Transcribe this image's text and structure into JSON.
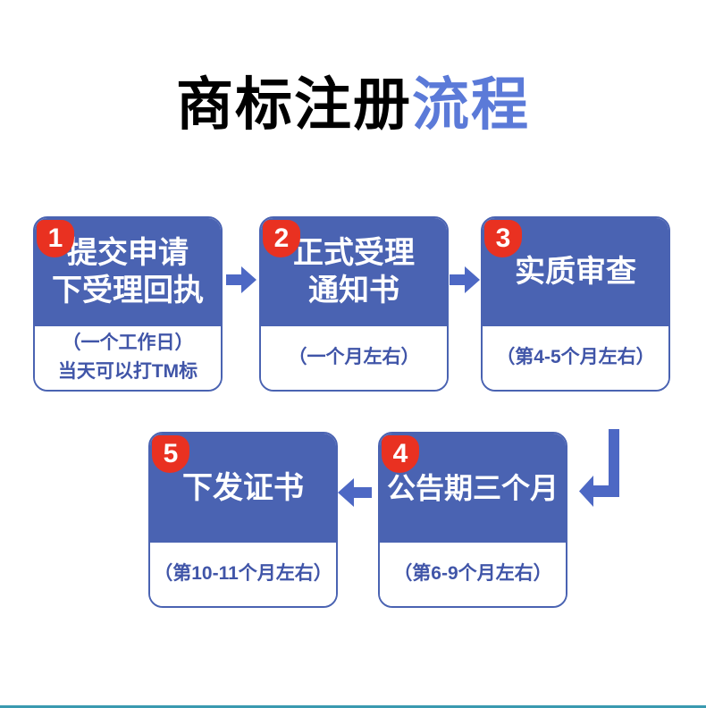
{
  "title": {
    "black_part": "商标注册",
    "blue_part": "流程"
  },
  "steps": [
    {
      "number": "1",
      "label": "提交申请\n下受理回执",
      "duration": "（一个工作日）\n当天可以打TM标"
    },
    {
      "number": "2",
      "label": "正式受理\n通知书",
      "duration": "（一个月左右）"
    },
    {
      "number": "3",
      "label": "实质审查",
      "duration": "（第4-5个月左右）"
    },
    {
      "number": "4",
      "label": "公告期三个月",
      "duration": "（第6-9个月左右）"
    },
    {
      "number": "5",
      "label": "下发证书",
      "duration": "（第10-11个月左右）"
    }
  ],
  "flow": {
    "sequence": [
      "1 → 2",
      "2 → 3",
      "3 → 4",
      "4 → 5"
    ],
    "arrow_icons": [
      "arrow-right-icon",
      "arrow-right-icon",
      "arrow-down-left-icon",
      "arrow-left-icon"
    ]
  },
  "colors": {
    "box_blue": "#4a63b2",
    "arrow_blue": "#4d68c4",
    "badge_red": "#e93121",
    "title_black": "#000000",
    "title_blue": "#5b7ad8",
    "subtitle_blue": "#4055a8",
    "footer_teal": "#3a9ab0",
    "background": "#ffffff"
  }
}
